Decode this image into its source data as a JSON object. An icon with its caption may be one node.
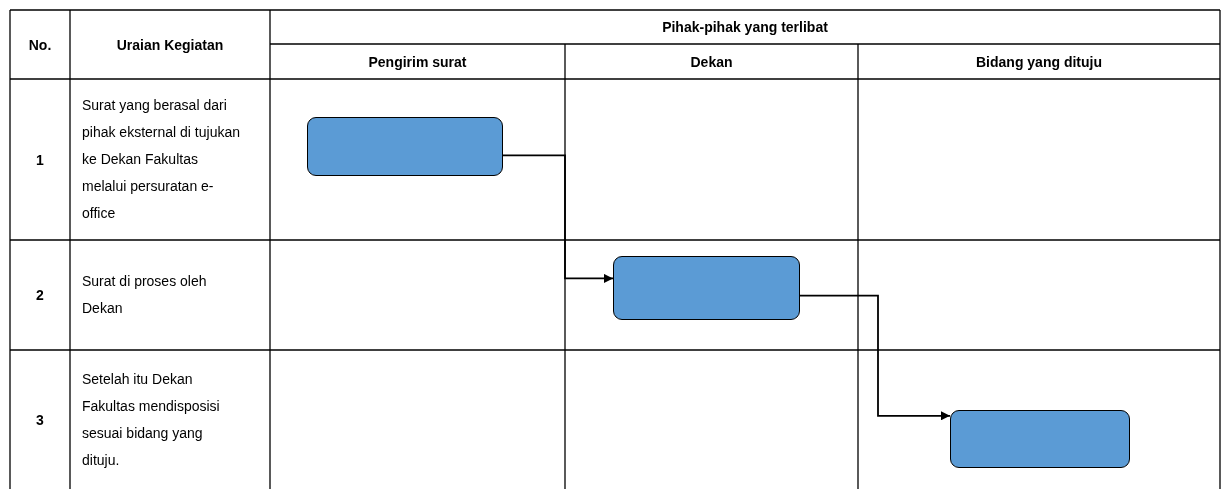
{
  "diagram": {
    "nodes": [
      {
        "text": [],
        "shape": "box"
      },
      {
        "text": [],
        "shape": "box"
      },
      {
        "text": [],
        "shape": "box"
      }
    ],
    "edges": [
      {
        "from": 0,
        "to": 1,
        "arrow": "to"
      },
      {
        "from": 1,
        "to": 2,
        "arrow": "to"
      }
    ],
    "labels": [
      "No.",
      "Uraian Kegiatan",
      "Pihak-pihak yang terlibat",
      "Pengirim surat",
      "Dekan",
      "Bidang yang dituju",
      "1",
      "Surat yang berasal dari pihak eksternal di tujukan ke Dekan Fakultas melalui persuratan e-office",
      "2",
      "Surat di proses oleh Dekan",
      "3",
      "Setelah itu Dekan Fakultas mendisposisi sesuai bidang yang dituju."
    ]
  }
}
